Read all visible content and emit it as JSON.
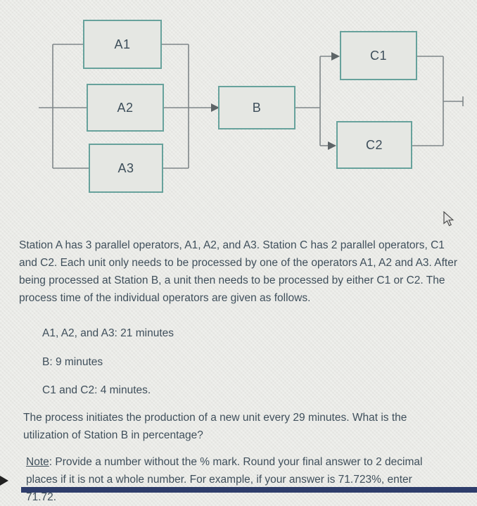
{
  "diagram": {
    "nodes": [
      {
        "id": "A1",
        "label": "A1"
      },
      {
        "id": "A2",
        "label": "A2"
      },
      {
        "id": "A3",
        "label": "A3"
      },
      {
        "id": "B",
        "label": "B"
      },
      {
        "id": "C1",
        "label": "C1"
      },
      {
        "id": "C2",
        "label": "C2"
      }
    ],
    "box_border_color": "#67a29c",
    "box_fill_color": "#e5e7e3",
    "line_color": "#7f8689"
  },
  "question": {
    "paragraph1": "Station A has 3 parallel operators, A1, A2, and A3. Station C has 2 parallel operators, C1 and C2. Each unit only needs to be processed by one of the operators A1, A2 and A3. After being processed at Station B, a unit then needs to be processed by either C1 or C2. The process time of the individual operators are given as follows.",
    "process_times": [
      "A1, A2, and A3: 21 minutes",
      "B: 9 minutes",
      "C1 and C2: 4 minutes."
    ],
    "paragraph2": "The process initiates the production of a new unit every 29 minutes. What is the utilization of Station B in percentage?",
    "note_label": "Note",
    "note_text": ": Provide a number without the % mark. Round your final answer to 2 decimal places if it is not a whole number. For example, if your answer is 71.723%, enter 71.72."
  }
}
